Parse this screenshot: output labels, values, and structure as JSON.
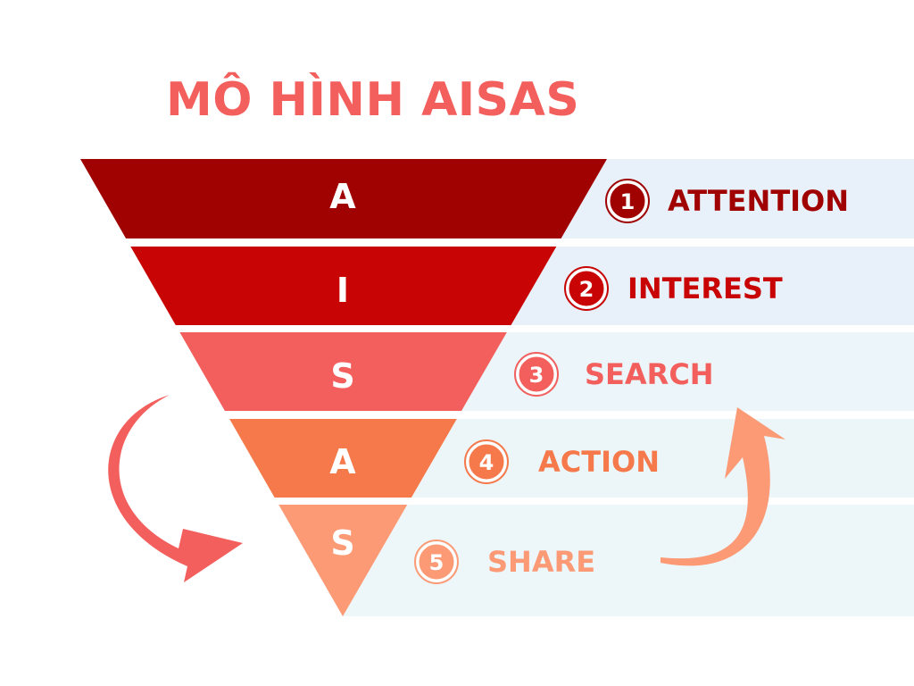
{
  "title": "MÔ HÌNH AISAS",
  "stages": [
    {
      "letter": "A",
      "number": "1",
      "label": "ATTENTION",
      "color": "#a00202",
      "band": "#e8f1f9"
    },
    {
      "letter": "I",
      "number": "2",
      "label": "INTEREST",
      "color": "#c80404",
      "band": "#e8f1f9"
    },
    {
      "letter": "S",
      "number": "3",
      "label": "SEARCH",
      "color": "#f25f5c",
      "band": "#ebf5fa"
    },
    {
      "letter": "A",
      "number": "4",
      "label": "ACTION",
      "color": "#f5794a",
      "band": "#ecf6f9"
    },
    {
      "letter": "S",
      "number": "5",
      "label": "SHARE",
      "color": "#fc9a76",
      "band": "#edf7fa"
    }
  ],
  "arrows": {
    "left_color": "#f25f5c",
    "right_color": "#fc9a76"
  }
}
